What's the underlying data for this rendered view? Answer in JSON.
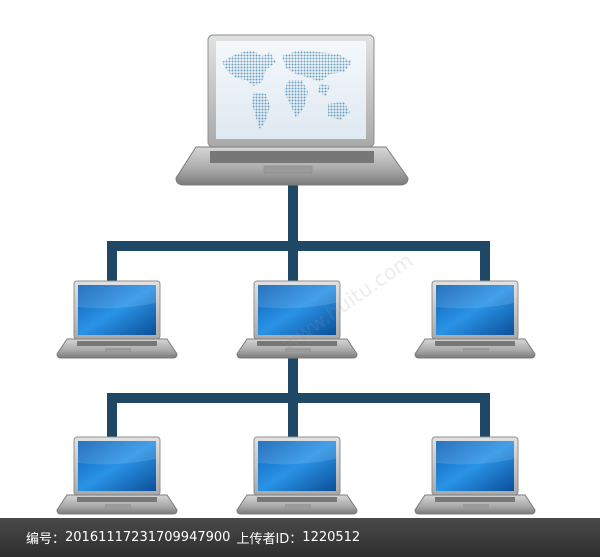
{
  "diagram": {
    "type": "network-hierarchy",
    "root": {
      "screen": "world-map",
      "icon": "laptop-icon"
    },
    "levels": [
      {
        "nodes": 3,
        "screen": "blue"
      },
      {
        "nodes": 3,
        "screen": "blue"
      }
    ],
    "colors": {
      "connector": "#1f4766",
      "screen_blue": "#1b7fd1",
      "map_dots": "#6c9ec0",
      "footer_bg": "#3a3a3a"
    }
  },
  "watermark": {
    "text": "www.huitu.com"
  },
  "footer": {
    "id_label": "编号：",
    "id_value": "20161117231709947900",
    "uploader_label": "上传者ID：",
    "uploader_value": "1220512"
  }
}
